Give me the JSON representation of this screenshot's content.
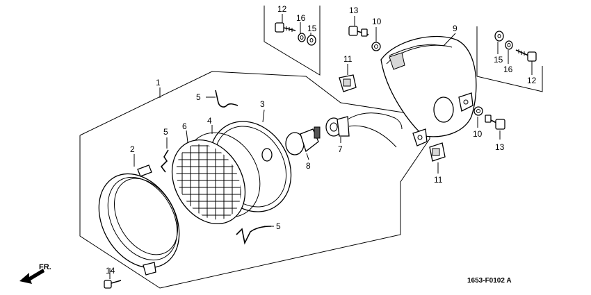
{
  "diagram": {
    "callouts": {
      "c1": "1",
      "c2": "2",
      "c3": "3",
      "c4": "4",
      "c5a": "5",
      "c5b": "5",
      "c5c": "5",
      "c6": "6",
      "c7": "7",
      "c8": "8",
      "c9": "9",
      "c10a": "10",
      "c10b": "10",
      "c11a": "11",
      "c11b": "11",
      "c12a": "12",
      "c12b": "12",
      "c13a": "13",
      "c13b": "13",
      "c14": "14",
      "c15a": "15",
      "c15b": "15",
      "c16a": "16",
      "c16b": "16"
    },
    "direction_label": "FR.",
    "drawing_code": "1653-F0102 A"
  }
}
